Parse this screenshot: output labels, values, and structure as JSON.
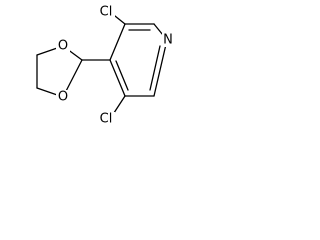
{
  "molecule": {
    "atoms": {
      "cl_top": "Cl",
      "n_ring": "N",
      "o_upper": "O",
      "o_lower": "O",
      "cl_bottom": "Cl"
    }
  }
}
